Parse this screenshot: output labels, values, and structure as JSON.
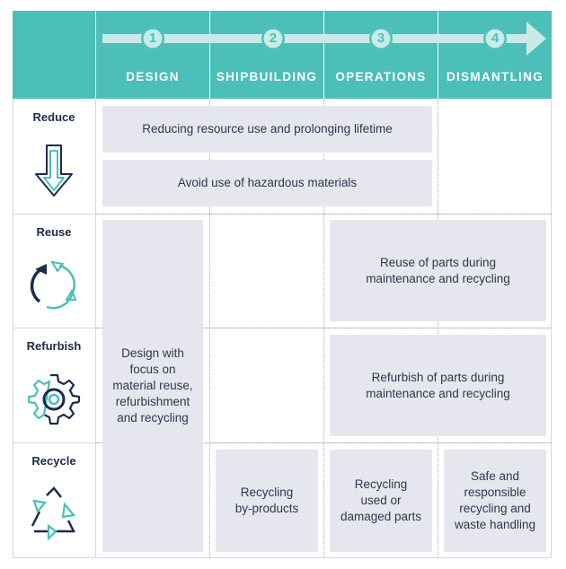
{
  "phases": [
    {
      "step": "1",
      "label": "DESIGN"
    },
    {
      "step": "2",
      "label": "SHIPBUILDING"
    },
    {
      "step": "3",
      "label": "OPERATIONS"
    },
    {
      "step": "4",
      "label": "DISMANTLING"
    }
  ],
  "rows": [
    {
      "label": "Reduce",
      "icon": "down-arrow-icon"
    },
    {
      "label": "Reuse",
      "icon": "circular-arrows-icon"
    },
    {
      "label": "Refurbish",
      "icon": "gear-icon"
    },
    {
      "label": "Recycle",
      "icon": "recycle-icon"
    }
  ],
  "cells": {
    "reduce_resource": "Reducing resource use and prolonging lifetime",
    "avoid_hazardous": "Avoid use of hazardous materials",
    "design_focus": [
      "Design with",
      "focus on",
      "material reuse,",
      "refurbishment",
      "and recycling"
    ],
    "reuse_parts": [
      "Reuse of parts during",
      "maintenance and recycling"
    ],
    "refurbish_parts": [
      "Refurbish of parts during",
      "maintenance and recycling"
    ],
    "recycling_byproducts": [
      "Recycling",
      "by-products"
    ],
    "recycling_used": [
      "Recycling",
      "used or",
      "damaged parts"
    ],
    "safe_recycling": [
      "Safe and",
      "responsible",
      "recycling and",
      "waste handling"
    ]
  },
  "colors": {
    "header": "#4cbfb8",
    "arrow": "#c8ebe8",
    "cell_fill": "#e6e6ee",
    "icon_dark": "#1e2a4a",
    "icon_teal": "#4cbfb8"
  }
}
